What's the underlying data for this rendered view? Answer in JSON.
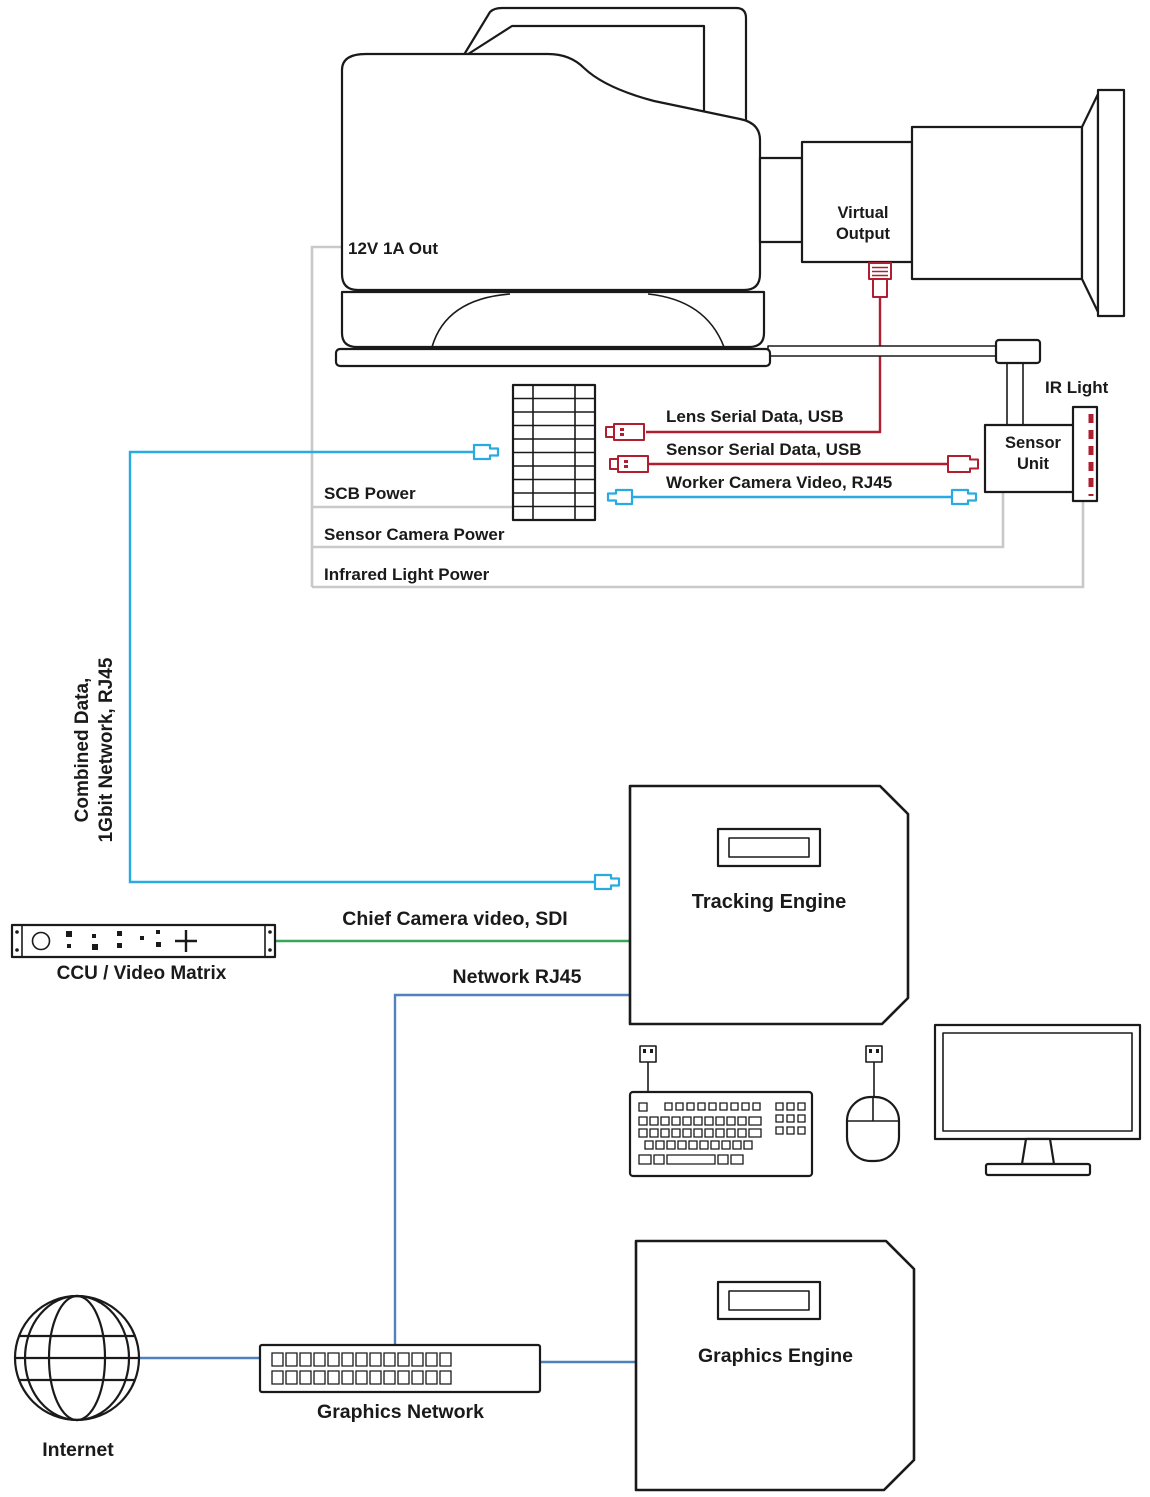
{
  "diagram": {
    "colors": {
      "network_cyan": "#29abe2",
      "usb_red": "#b01f30",
      "sdi_green": "#3aa35c",
      "power_gray": "#c9c9c9",
      "graphics_blue": "#4f81bd",
      "outline_black": "#1a1a1a"
    },
    "camera": {
      "power_out": "12V 1A Out",
      "virtual_output": "Virtual Output"
    },
    "sensor": {
      "unit": "Sensor Unit",
      "ir_light": "IR Light"
    },
    "connections": {
      "lens_serial": "Lens Serial Data, USB",
      "sensor_serial": "Sensor Serial Data, USB",
      "worker_video": "Worker Camera Video, RJ45",
      "scb_power": "SCB Power",
      "sensor_camera_power": "Sensor Camera Power",
      "infrared_light_power": "Infrared Light Power",
      "combined_data_line1": "Combined Data,",
      "combined_data_line2": "1Gbit Network, RJ45",
      "chief_camera_video": "Chief Camera video, SDI",
      "network_rj45": "Network RJ45"
    },
    "devices": {
      "tracking_engine": "Tracking Engine",
      "ccu_video_matrix": "CCU / Video Matrix",
      "graphics_engine": "Graphics Engine",
      "graphics_network": "Graphics Network",
      "internet": "Internet"
    }
  }
}
